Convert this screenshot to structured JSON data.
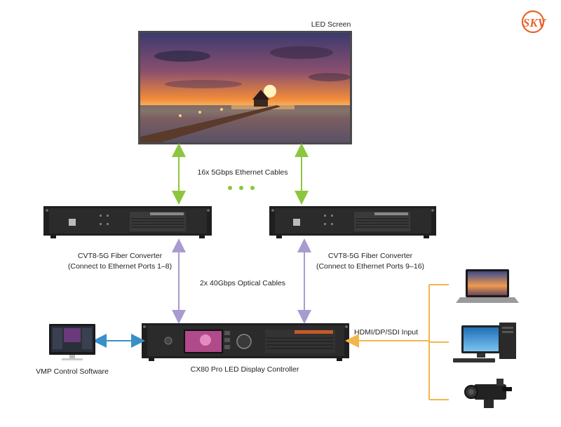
{
  "logo": {
    "text": "SKV",
    "color": "#e8642a"
  },
  "labels": {
    "led_screen": "LED Screen",
    "ethernet_cables": "16x 5Gbps Ethernet Cables",
    "fiber_left_title": "CVT8-5G Fiber Converter",
    "fiber_left_sub": "(Connect to Ethernet Ports 1–8)",
    "fiber_right_title": "CVT8-5G Fiber Converter",
    "fiber_right_sub": "(Connect to Ethernet Ports 9–16)",
    "optical_cables": "2x 40Gbps Optical Cables",
    "hdmi_input": "HDMI/DP/SDI Input",
    "vmp_software": "VMP Control Software",
    "controller": "CX80 Pro LED Display Controller"
  },
  "colors": {
    "ethernet_arrow": "#8cc63f",
    "optical_arrow": "#a89bd0",
    "control_arrow": "#3a8fc9",
    "input_line": "#f2b64a",
    "device_body": "#2b2b2b"
  }
}
